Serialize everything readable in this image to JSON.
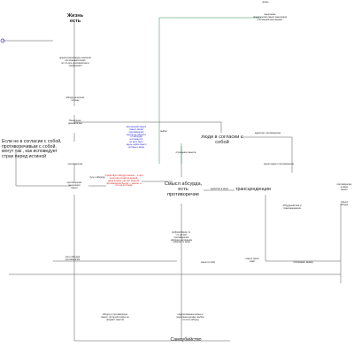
{
  "nodes": {
    "life_meaning": "Жизнь есть",
    "top_right_a": "жизнь",
    "top_right_b": "мышление\nпредпосылки смысл мышления\nсчитающий мои формы",
    "left_block_1": "предположим верну значения\nпостоянный в мире\nпо что все противоречие в\nсовершенно",
    "absurd_result": "Абсурд результат\nистины",
    "dialectics": "Мышление\nдиалектичны",
    "main_left": "Если не в согласии с собой,\nпротиворечивым с собой,\nмогут так , как исповедует\nстрах перед истиной",
    "center_left_small": "противоречие\nмышления\nсмысл",
    "blue_text": "внутренний смысл\nсмысл своей\nпротиворечия\nмысль не обрести\nот абсурда\nисторию его\nне могу быть\nздесь через смысл\nистины и мира",
    "red_text": "Существует абсурд в жизни – и при\nэтом она остаётся ценной,\nдаже в мире, где нет смысла;\nпротиворечие бытия — мысль, и\nэто её источник",
    "people_in_agreement": "люди в согласии с\nсобой",
    "absurd_meaning": "Смысл абсурда,\nесть\nпротиворечие",
    "transcendence": "трансценденции",
    "absurd_vs": "Абсурдный мир и\nтрансценденция",
    "right_cut": "Смысл\nабсурд",
    "right_cut_top": "противоречие\nв мире\nсмысл",
    "center_lower": "рефлексивное то,\nчто делает\nпротиворечие\nабсурда настоящим\nи меняет в мире",
    "self_small": "смысл через\nсамо",
    "mid_low_text": "опыт абсурда\nпротиворечие",
    "suicide": "Самоубийство",
    "bottom_left_text": "Абсурд и противоречие\nсмысл, который в мире не\nпридаёт смысла",
    "bottom_center_text": "предположение жизни и\nмышления делают выбор\nчто есть абсурд",
    "lbl_negation": "противоречие",
    "lbl_choice": "выбор",
    "lbl_negation2": "отрицание смысла",
    "lbl_coherence": "единство, противоречие",
    "lbl_meaning2": "смысл мира и противоречие",
    "lbl_result": "Отрицание, вывод",
    "lbl_one": "единство в мире",
    "lbl_path": "путь к абсурду",
    "lbl_self": "смысл в себе"
  },
  "colors": {
    "line": "#555555",
    "green_line": "#2a8a4a",
    "red_text": "#d61a1a",
    "blue_text": "#1a1ad6",
    "start_node": "#3333cc"
  }
}
